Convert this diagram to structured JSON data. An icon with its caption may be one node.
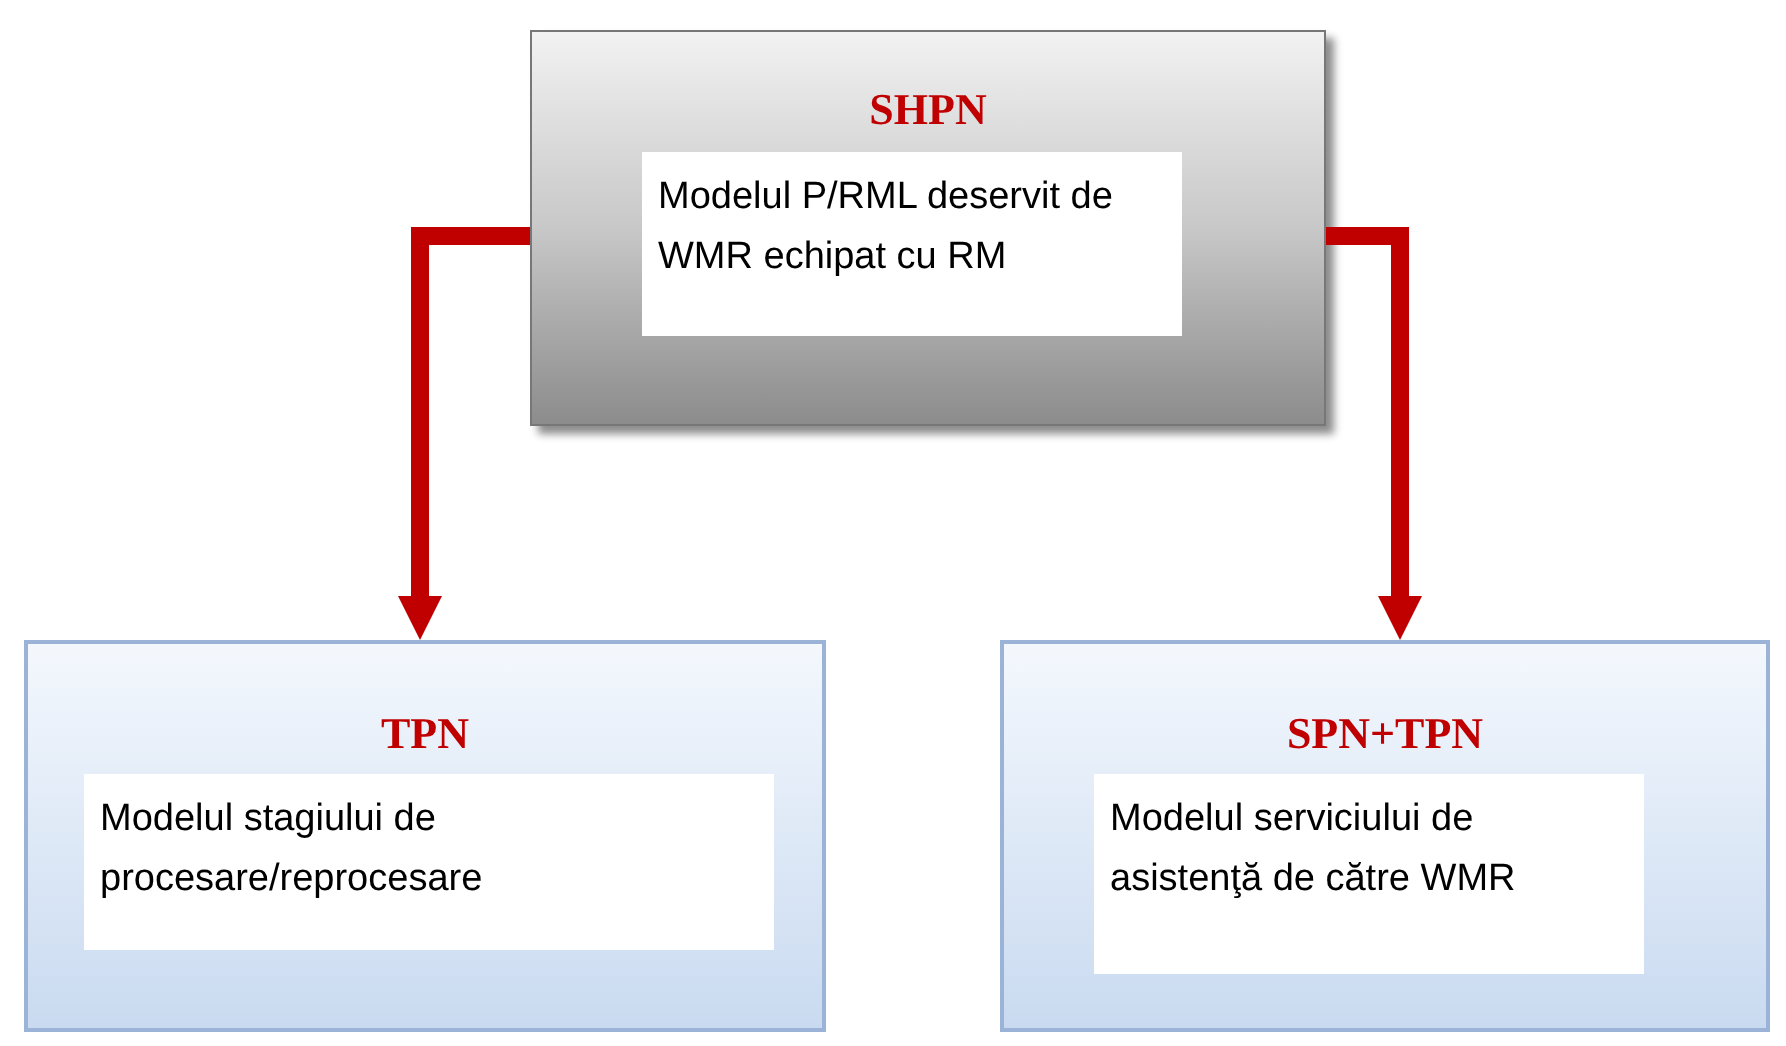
{
  "diagram": {
    "nodes": [
      {
        "text": [
          "SHPN",
          "Modelul P/RML deservit de WMR echipat cu RM"
        ]
      },
      {
        "text": [
          "TPN",
          "Modelul stagiului de procesare/reprocesare"
        ]
      },
      {
        "text": [
          "SPN+TPN",
          "Modelul serviciului de asistenţă de către WMR"
        ]
      }
    ],
    "edges": [
      {
        "from": 0,
        "to": 1,
        "arrow": "to"
      },
      {
        "from": 0,
        "to": 2,
        "arrow": "to"
      }
    ]
  }
}
